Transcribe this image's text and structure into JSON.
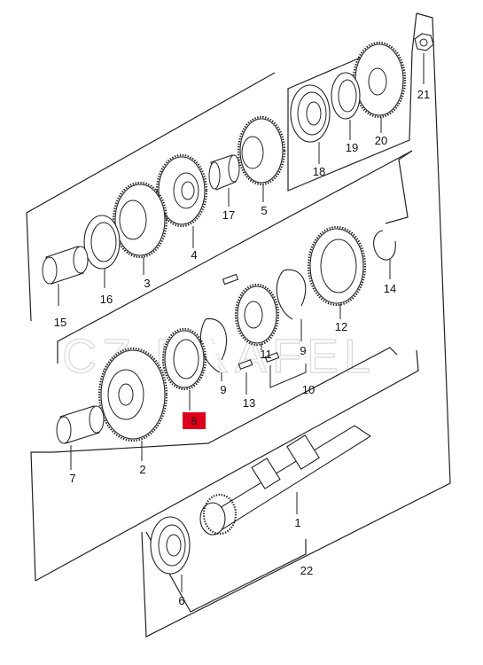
{
  "watermark": "CZ DRAFEL",
  "highlight": {
    "label": "8",
    "color": "#e0001b"
  },
  "labels": {
    "p1": "1",
    "p2": "2",
    "p3": "3",
    "p4": "4",
    "p5": "5",
    "p6": "6",
    "p7": "7",
    "p8": "8",
    "p9a": "9",
    "p9b": "9",
    "p10": "10",
    "p11": "11",
    "p12": "12",
    "p13": "13",
    "p14": "14",
    "p15": "15",
    "p16": "16",
    "p17": "17",
    "p18": "18",
    "p19": "19",
    "p20": "20",
    "p21": "21",
    "p22": "22"
  }
}
